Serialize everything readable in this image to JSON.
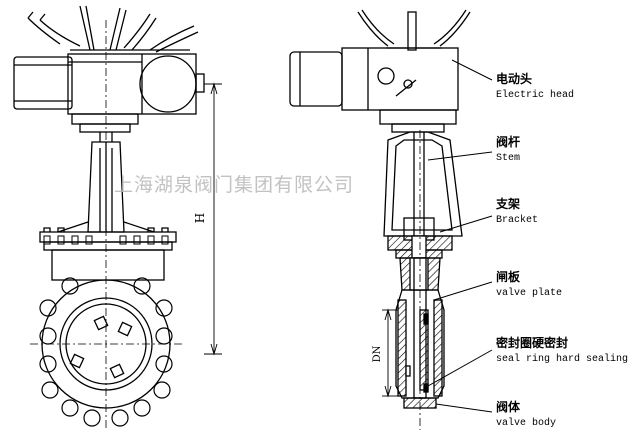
{
  "watermark": "上海湖泉阀门集团有限公司",
  "dimensions": {
    "height_label": "H",
    "diameter_label": "DN"
  },
  "callouts": [
    {
      "zh": "电动头",
      "en": "Electric head"
    },
    {
      "zh": "阀杆",
      "en": "Stem"
    },
    {
      "zh": "支架",
      "en": "Bracket"
    },
    {
      "zh": "闸板",
      "en": "valve plate"
    },
    {
      "zh": "密封圈硬密封",
      "en": "seal ring hard sealing"
    },
    {
      "zh": "阀体",
      "en": "valve body"
    }
  ],
  "colors": {
    "line": "#000000",
    "hatch": "#000000",
    "watermark": "#b8b8b8"
  }
}
